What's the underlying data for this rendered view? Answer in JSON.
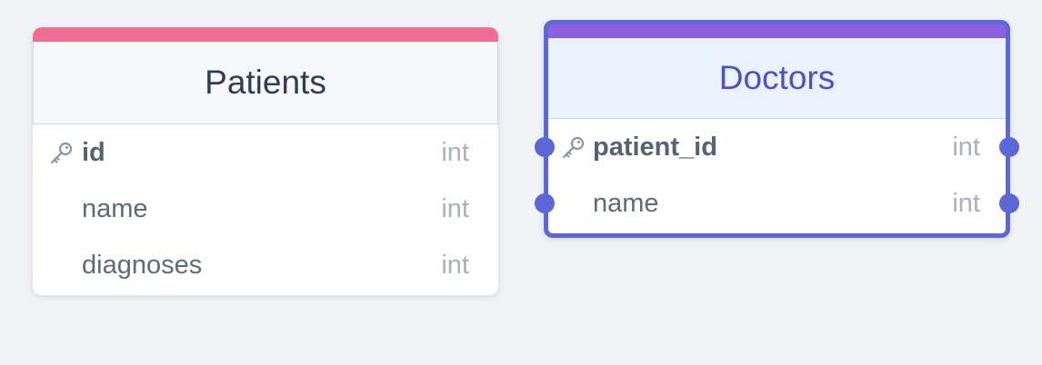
{
  "colors": {
    "background": "#f0f4f7",
    "patients_accent": "#f06e94",
    "doctors_accent": "#8b5fe0",
    "selection_border": "#5b68d5",
    "doctors_title": "#4a52c4"
  },
  "tables": {
    "patients": {
      "title": "Patients",
      "selected": false,
      "fields": [
        {
          "name": "id",
          "type": "int",
          "primary_key": true,
          "icon": "key-icon"
        },
        {
          "name": "name",
          "type": "int",
          "primary_key": false
        },
        {
          "name": "diagnoses",
          "type": "int",
          "primary_key": false
        }
      ]
    },
    "doctors": {
      "title": "Doctors",
      "selected": true,
      "fields": [
        {
          "name": "patient_id",
          "type": "int",
          "primary_key": true,
          "icon": "key-icon"
        },
        {
          "name": "name",
          "type": "int",
          "primary_key": false
        }
      ]
    }
  }
}
